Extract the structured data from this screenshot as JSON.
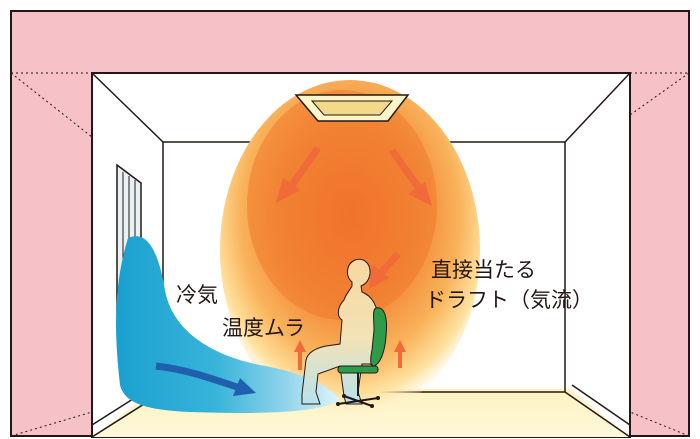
{
  "labels": {
    "cold_air": "冷気",
    "temperature_unevenness": "温度ムラ",
    "direct_draft_line1": "直接当たる",
    "direct_draft_line2": "ドラフト（気流）"
  },
  "icons": {
    "ceiling_unit": "ceiling-air-conditioner-icon",
    "person": "seated-person-icon",
    "chair": "office-chair-icon",
    "window": "window-icon"
  },
  "colors": {
    "outer_wall": "#f6c2c8",
    "room_wall": "#ffffff",
    "floor": "#fdf6c8",
    "warm_air_center": "#f07a2e",
    "warm_air_edge": "#ffd27a",
    "cold_air": "#1ba6d1",
    "cold_air_arrow": "#1f5fae",
    "warm_arrow": "#f06a3a",
    "person": "#f7d59f",
    "chair": "#2e9b4b",
    "outline": "#231815"
  }
}
